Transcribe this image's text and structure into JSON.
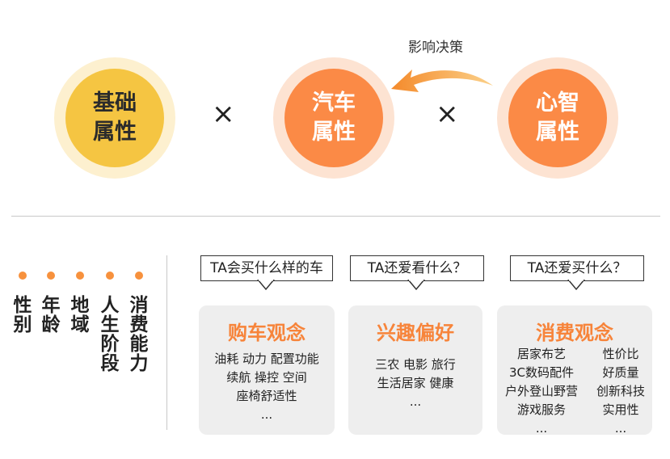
{
  "circles": [
    {
      "line1": "基础",
      "line2": "属性"
    },
    {
      "line1": "汽车",
      "line2": "属性"
    },
    {
      "line1": "心智",
      "line2": "属性"
    }
  ],
  "times_symbol": "×",
  "influence_label": "影响决策",
  "basic_attributes": [
    "性别",
    "年龄",
    "地域",
    "人生阶段",
    "消费能力"
  ],
  "questions": [
    "TA会买什么样的车",
    "TA还爱看什么？",
    "TA还爱买什么？"
  ],
  "cards": [
    {
      "title": "购车观念",
      "lines": [
        "油耗 动力 配置功能",
        "续航 操控 空间",
        "座椅舒适性",
        "..."
      ]
    },
    {
      "title": "兴趣偏好",
      "lines": [
        "三农 电影 旅行",
        "生活居家 健康",
        "..."
      ]
    },
    {
      "title": "消费观念",
      "left": [
        "居家布艺",
        "3C数码配件",
        "户外登山野营",
        "游戏服务",
        "..."
      ],
      "right": [
        "性价比",
        "好质量",
        "创新科技",
        "实用性",
        "..."
      ]
    }
  ],
  "colors": {
    "yellow": "#f5c542",
    "orange": "#fb8a46",
    "accent_text": "#f7843a"
  }
}
